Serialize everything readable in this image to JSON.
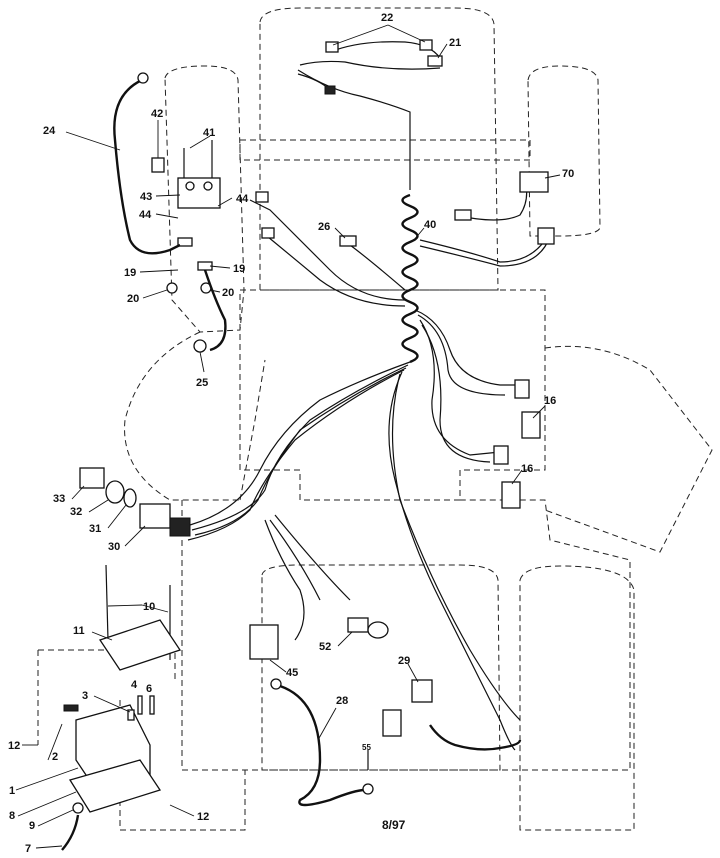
{
  "callouts": [
    {
      "id": "22",
      "label": "22"
    },
    {
      "id": "21",
      "label": "21"
    },
    {
      "id": "24",
      "label": "24"
    },
    {
      "id": "42",
      "label": "42"
    },
    {
      "id": "41",
      "label": "41"
    },
    {
      "id": "43",
      "label": "43"
    },
    {
      "id": "44a",
      "label": "44"
    },
    {
      "id": "44b",
      "label": "44"
    },
    {
      "id": "19a",
      "label": "19"
    },
    {
      "id": "19b",
      "label": "19"
    },
    {
      "id": "20a",
      "label": "20"
    },
    {
      "id": "20b",
      "label": "20"
    },
    {
      "id": "25",
      "label": "25"
    },
    {
      "id": "26",
      "label": "26"
    },
    {
      "id": "40",
      "label": "40"
    },
    {
      "id": "70",
      "label": "70"
    },
    {
      "id": "16a",
      "label": "16"
    },
    {
      "id": "16b",
      "label": "16"
    },
    {
      "id": "33",
      "label": "33"
    },
    {
      "id": "32",
      "label": "32"
    },
    {
      "id": "31",
      "label": "31"
    },
    {
      "id": "30",
      "label": "30"
    },
    {
      "id": "10",
      "label": "10"
    },
    {
      "id": "11",
      "label": "11"
    },
    {
      "id": "52",
      "label": "52"
    },
    {
      "id": "45",
      "label": "45"
    },
    {
      "id": "29",
      "label": "29"
    },
    {
      "id": "28",
      "label": "28"
    },
    {
      "id": "55",
      "label": "55"
    },
    {
      "id": "3",
      "label": "3"
    },
    {
      "id": "4",
      "label": "4"
    },
    {
      "id": "6",
      "label": "6"
    },
    {
      "id": "12a",
      "label": "12"
    },
    {
      "id": "12b",
      "label": "12"
    },
    {
      "id": "1",
      "label": "1"
    },
    {
      "id": "2",
      "label": "2"
    },
    {
      "id": "8",
      "label": "8"
    },
    {
      "id": "9",
      "label": "9"
    },
    {
      "id": "7",
      "label": "7"
    }
  ],
  "footer": {
    "date_code": "8/97"
  }
}
